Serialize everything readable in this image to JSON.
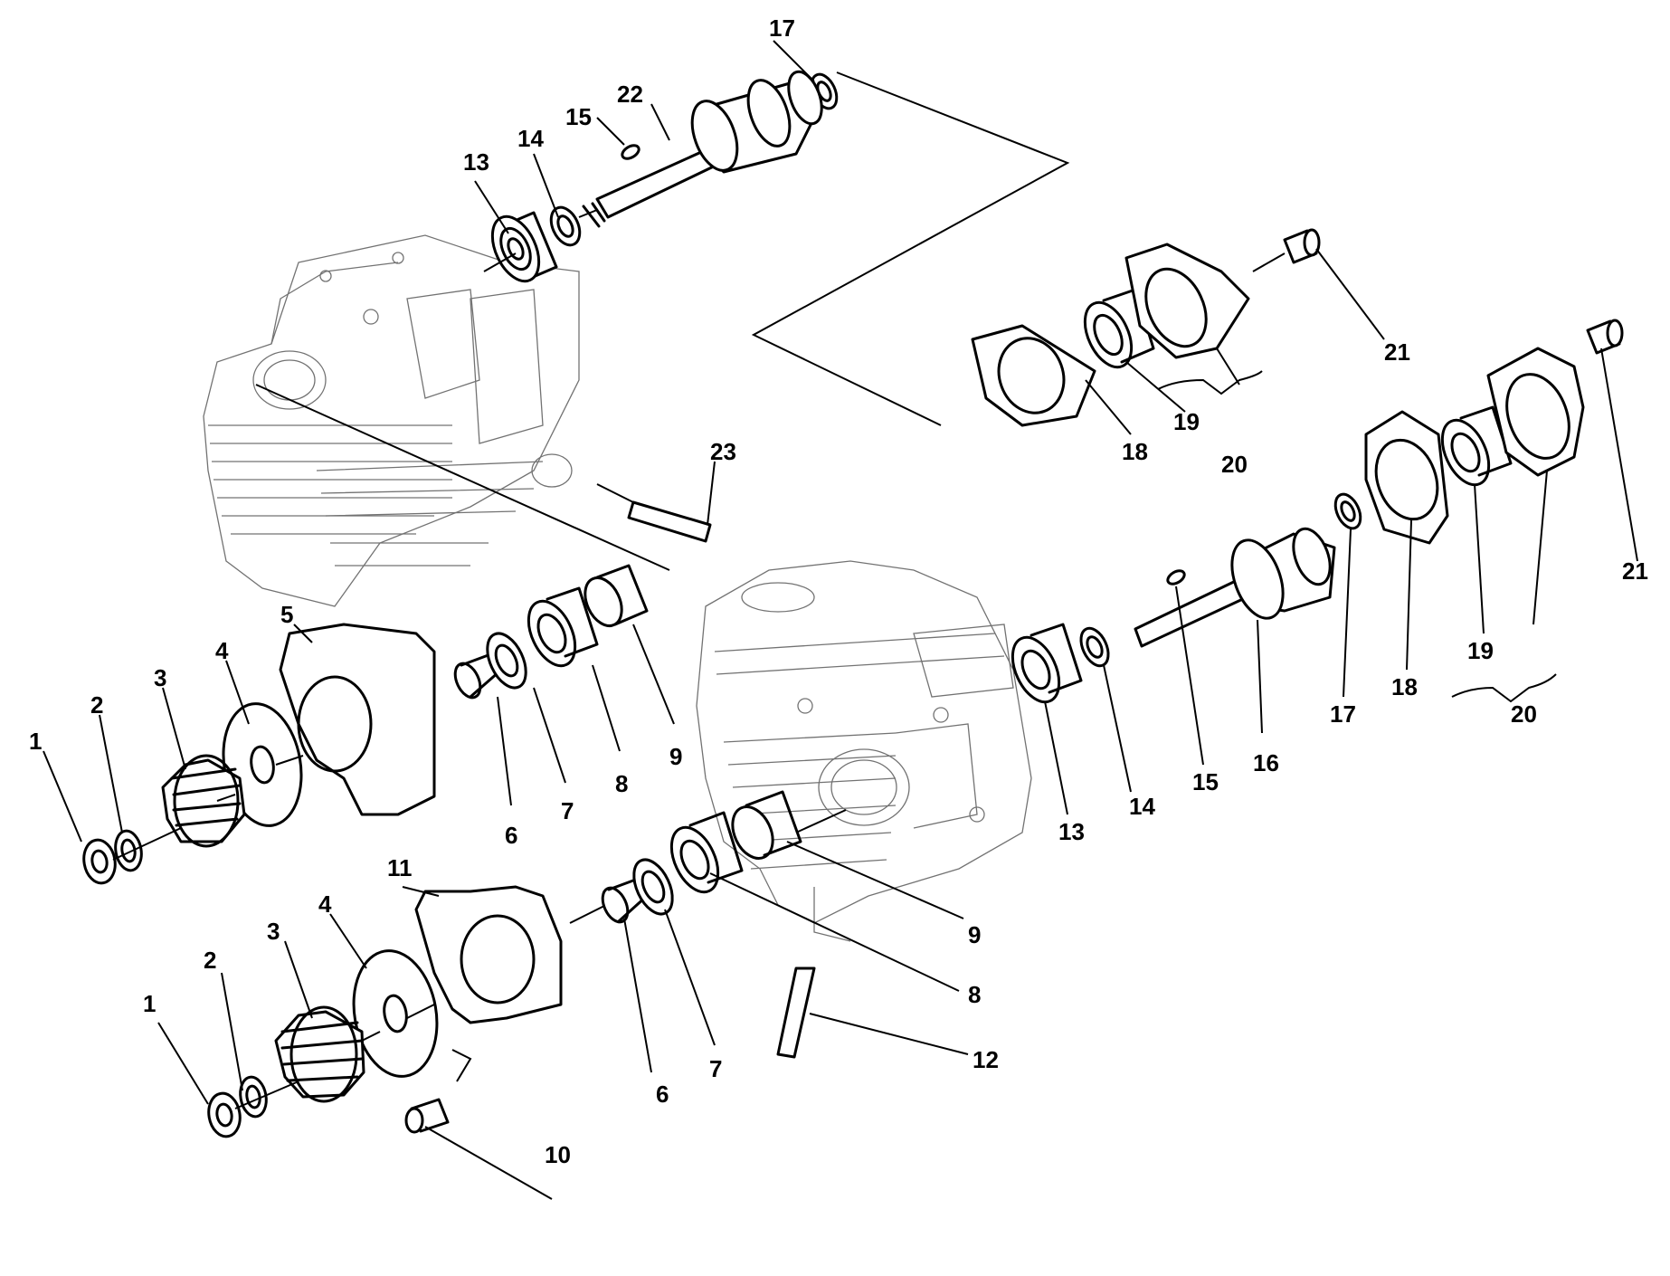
{
  "diagram": {
    "callouts": [
      "1",
      "2",
      "3",
      "4",
      "5",
      "6",
      "7",
      "8",
      "9",
      "10",
      "11",
      "12",
      "13",
      "14",
      "15",
      "16",
      "17",
      "18",
      "19",
      "20",
      "21",
      "22",
      "23",
      "1",
      "2",
      "3",
      "4",
      "6",
      "7",
      "8",
      "9",
      "13",
      "14",
      "15",
      "17",
      "18",
      "19",
      "20",
      "21"
    ]
  }
}
